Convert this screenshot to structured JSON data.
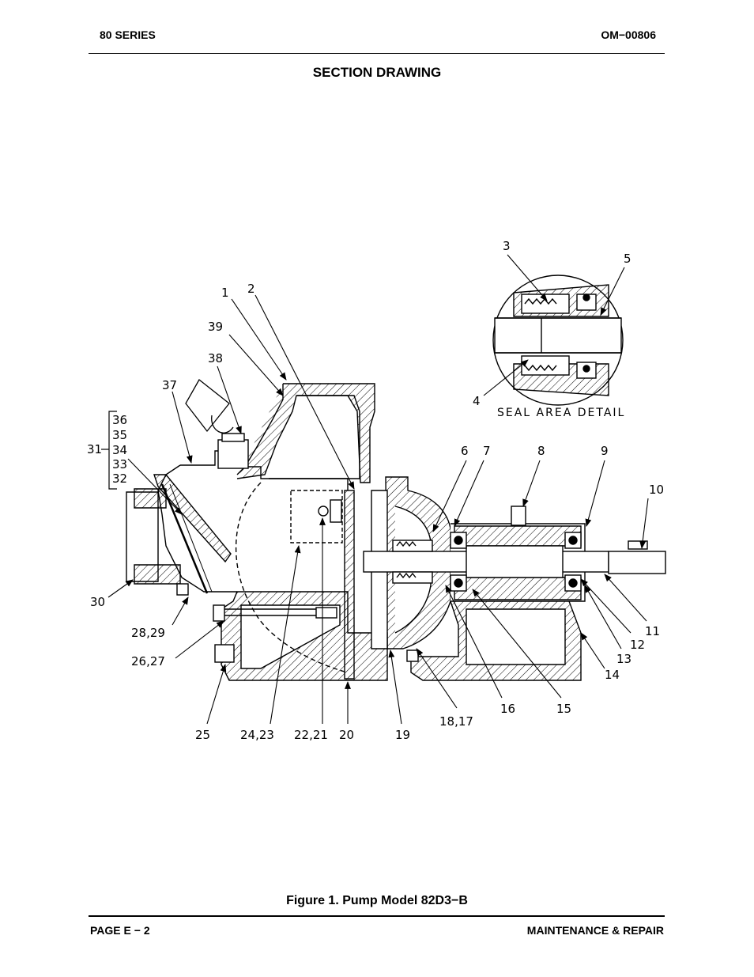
{
  "header": {
    "left": "80 SERIES",
    "right": "OM−00806"
  },
  "section_title": "SECTION DRAWING",
  "figure_caption": "Figure 1. Pump Model 82D3−B",
  "footer": {
    "left": "PAGE E − 2",
    "right": "MAINTENANCE & REPAIR"
  },
  "detail_caption": "SEAL AREA DETAIL",
  "callouts": {
    "c1": "1",
    "c2": "2",
    "c3": "3",
    "c4": "4",
    "c5": "5",
    "c6": "6",
    "c7": "7",
    "c8": "8",
    "c9": "9",
    "c10": "10",
    "c11": "11",
    "c12": "12",
    "c13": "13",
    "c14": "14",
    "c15": "15",
    "c16": "16",
    "c18_17": "18,17",
    "c19": "19",
    "c20": "20",
    "c22_21": "22,21",
    "c24_23": "24,23",
    "c25": "25",
    "c26_27": "26,27",
    "c28_29": "28,29",
    "c30": "30",
    "c31": "31",
    "c32": "32",
    "c33": "33",
    "c34": "34",
    "c35": "35",
    "c36": "36",
    "c37": "37",
    "c38": "38",
    "c39": "39"
  }
}
